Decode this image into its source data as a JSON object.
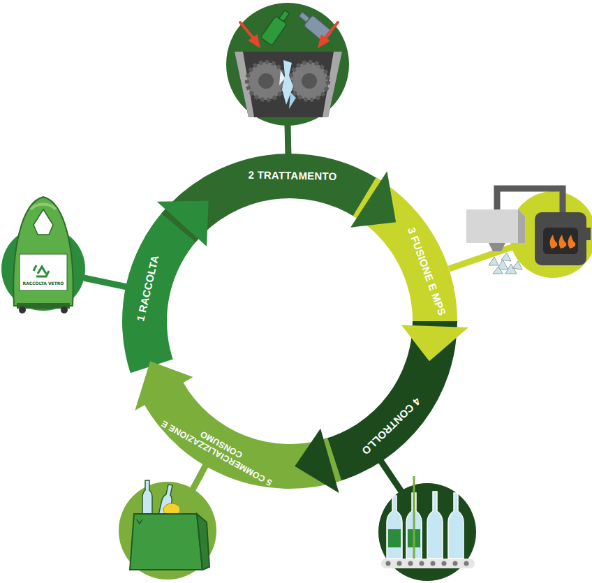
{
  "diagram": {
    "nodes": [
      {
        "text": [
          "1 RACCOLTA"
        ]
      },
      {
        "text": [
          "2 TRATTAMENTO"
        ]
      },
      {
        "text": [
          "3 FUSIONE E MPS"
        ]
      },
      {
        "text": [
          "4 CONTROLLO"
        ]
      },
      {
        "text": [
          "5 COMMERCIALIZZAZIONE E CONSUMO"
        ]
      }
    ],
    "labels": [
      "RACCOLTA VETRO"
    ]
  }
}
